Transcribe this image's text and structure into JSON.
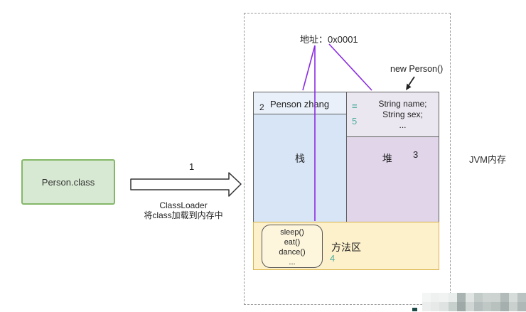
{
  "class_file": {
    "label": "Person.class"
  },
  "loader": {
    "step": "1",
    "caption_line1": "ClassLoader",
    "caption_line2": "将class加载到内存中"
  },
  "jvm": {
    "label": "JVM内存",
    "address": "地址：0x0001",
    "new_person": "new Person()",
    "stack": {
      "step": "2",
      "frame": "Penson zhang",
      "name": "栈"
    },
    "heap": {
      "eq": "=",
      "step5": "5",
      "fields": [
        "String name;",
        "String sex;",
        "..."
      ],
      "name": "堆",
      "step": "3"
    },
    "method_area": {
      "name": "方法区",
      "step": "4",
      "methods": [
        "sleep()",
        "eat()",
        "dance()",
        "..."
      ]
    }
  },
  "colors": {
    "purple_line": "#8a2be2",
    "teal_number": "#4fae9e",
    "stack_fill": "#d7e5f7",
    "stack_header_fill": "#e9f0fa",
    "heap_fill": "#e0d5e9",
    "heap_header_fill": "#ebe7f0",
    "method_area_fill": "#fdf1cc",
    "method_area_border": "#d9b34a",
    "class_box_fill": "#d7e9d3",
    "class_box_border": "#84b868"
  },
  "watermark": {
    "colors": [
      "#f4f6f5",
      "#eef1f0",
      "#f1f3f2",
      "#e9edec",
      "#a9b3b1",
      "#e0e5e3",
      "#c3cbc9",
      "#cdd4d2",
      "#ccd3d1",
      "#b2bbb9",
      "#d6dcda",
      "#bac3c1",
      "#eceeed",
      "#e6e9e8",
      "#dfe3e2",
      "#c8d0ce",
      "#9fa9a7",
      "#cfd6d4",
      "#b5bebc",
      "#c0c8c6",
      "#b9c1bf",
      "#a5afad",
      "#c9d0ce",
      "#afb8b6"
    ]
  }
}
